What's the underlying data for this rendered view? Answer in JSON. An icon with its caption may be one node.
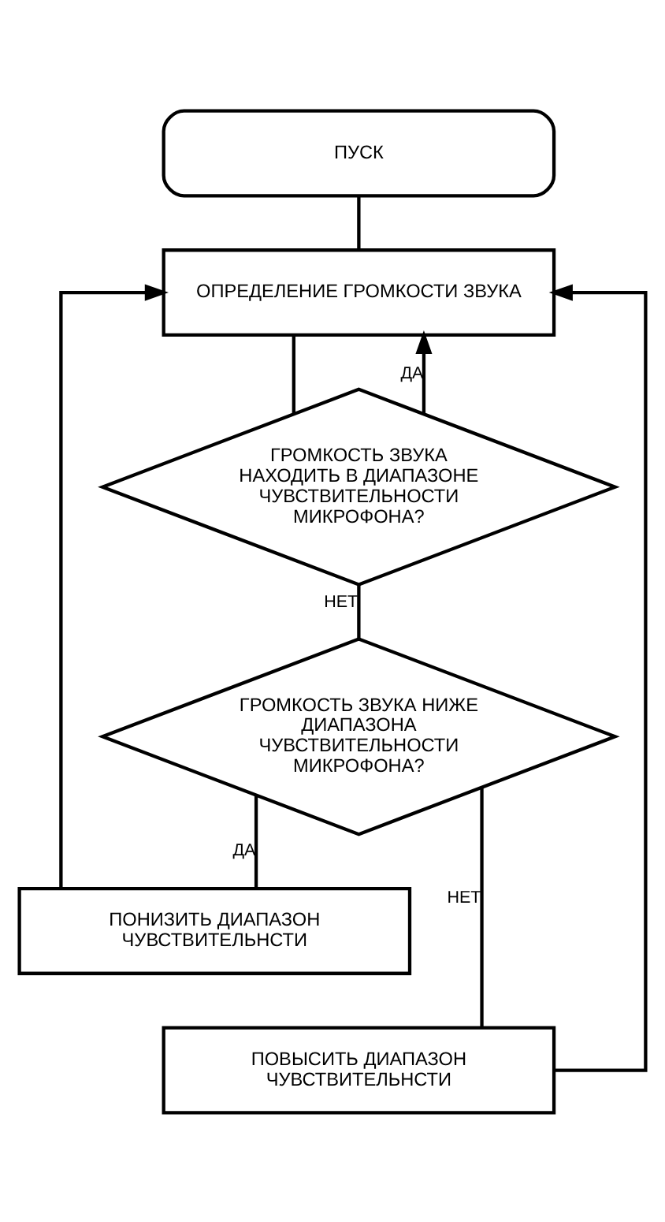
{
  "diagram": {
    "nodes": [
      {
        "text": [
          "ПУСК"
        ]
      },
      {
        "text": [
          "ОПРЕДЕЛЕНИЕ ГРОМКОСТИ ЗВУКА"
        ]
      },
      {
        "text": [
          "ГРОМКОСТЬ ЗВУКА НАХОДИТЬ В ДИАПАЗОНЕ ЧУВСТВИТЕЛЬНОСТИ МИКРОФОНА?"
        ]
      },
      {
        "text": [
          "ГРОМКОСТЬ ЗВУКА НИЖЕ ДИАПАЗОНА ЧУВСТВИТЕЛЬНОСТИ МИКРОФОНА?"
        ]
      },
      {
        "text": [
          "ПОНИЗИТЬ ДИАПАЗОН ЧУВСТВИТЕЛЬНСТИ"
        ]
      },
      {
        "text": [
          "ПОВЫСИТЬ ДИАПАЗОН ЧУВСТВИТЕЛЬНСТИ"
        ]
      }
    ],
    "edges": [
      {
        "from": 0,
        "to": 1,
        "arrow": "none"
      },
      {
        "from": 1,
        "to": 2,
        "arrow": "none"
      },
      {
        "from": 2,
        "to": 1,
        "label": "ДА",
        "arrow": "to"
      },
      {
        "from": 2,
        "to": 3,
        "label": "НЕТ",
        "arrow": "none"
      },
      {
        "from": 3,
        "to": 4,
        "label": "ДА",
        "arrow": "none"
      },
      {
        "from": 3,
        "to": 5,
        "label": "НЕТ",
        "arrow": "none"
      },
      {
        "from": 4,
        "to": 1,
        "arrow": "to"
      },
      {
        "from": 5,
        "to": 1,
        "arrow": "to"
      }
    ]
  }
}
